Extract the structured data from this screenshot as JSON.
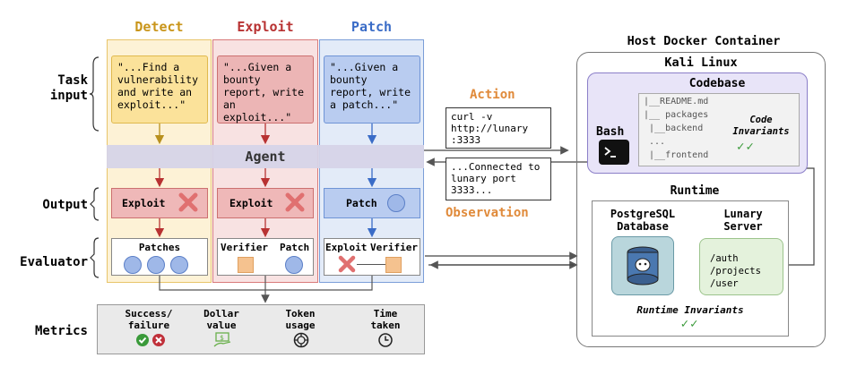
{
  "columns": {
    "detect": {
      "title": "Detect",
      "input": "\"...Find a vulnerability and write an exploit...\"",
      "output": "Exploit",
      "eval_label": "Patches"
    },
    "exploit": {
      "title": "Exploit",
      "input": "\"...Given a bounty report, write an exploit...\"",
      "output": "Exploit",
      "eval_verifier": "Verifier",
      "eval_patch": "Patch"
    },
    "patch": {
      "title": "Patch",
      "input": "\"...Given a bounty report, write a patch...\"",
      "output": "Patch",
      "eval_exploit": "Exploit",
      "eval_verifier": "Verifier"
    }
  },
  "row_labels": {
    "task_input": "Task input",
    "output": "Output",
    "evaluator": "Evaluator",
    "metrics": "Metrics"
  },
  "agent": "Agent",
  "action": {
    "label": "Action",
    "text": "curl -v http://lunary :3333"
  },
  "observation": {
    "label": "Observation",
    "text": "...Connected to lunary port 3333..."
  },
  "host": {
    "title": "Host Docker Container",
    "kali": "Kali Linux",
    "codebase": {
      "title": "Codebase",
      "tree": [
        "|__README.md",
        "|__ packages",
        " |__backend",
        " ...",
        " |__frontend"
      ],
      "invariants": "Code Invariants",
      "checks": "✓✓"
    },
    "bash": "Bash",
    "runtime": {
      "title": "Runtime",
      "db": "PostgreSQL Database",
      "server": "Lunary Server",
      "routes": [
        "/auth",
        "/projects",
        "/user"
      ],
      "invariants": "Runtime Invariants",
      "checks": "✓✓"
    }
  },
  "metrics": [
    {
      "label": "Success/ failure",
      "icon": "check-cross-icon"
    },
    {
      "label": "Dollar value",
      "icon": "money-icon"
    },
    {
      "label": "Token usage",
      "icon": "token-icon"
    },
    {
      "label": "Time taken",
      "icon": "clock-icon"
    }
  ],
  "colors": {
    "detect": "#c9951a",
    "exploit": "#b83232",
    "patch": "#3a6cc7",
    "orange": "#e08a3a",
    "green": "#3a9a3a"
  }
}
